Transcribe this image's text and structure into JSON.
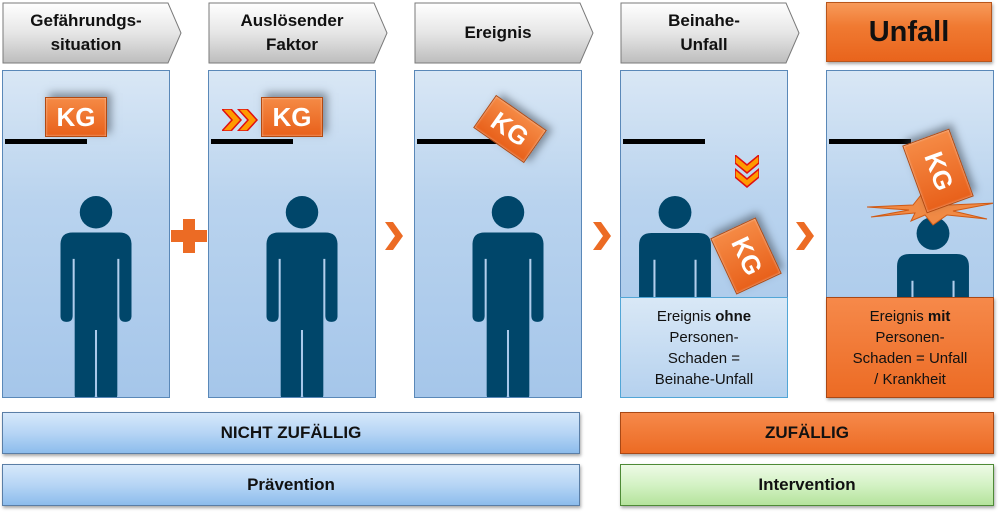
{
  "stages": [
    {
      "header": "Gefährundgs-\nsituation",
      "header_lines": [
        "Gefährundgs-",
        "situation"
      ]
    },
    {
      "header_lines": [
        "Auslösender",
        "Faktor"
      ]
    },
    {
      "header_lines": [
        "Ereignis"
      ]
    },
    {
      "header_lines": [
        "Beinahe-",
        "Unfall"
      ]
    },
    {
      "header_lines": [
        "Unfall"
      ]
    }
  ],
  "block_label": "KG",
  "captions": {
    "beinahe": {
      "line1_prefix": "Ereignis ",
      "line1_bold": "ohne",
      "line2": "Personen-",
      "line3": "Schaden =",
      "line4": "Beinahe-Unfall"
    },
    "unfall": {
      "line1_prefix": "Ereignis ",
      "line1_bold": "mit",
      "line2": "Personen-",
      "line3": "Schaden = Unfall",
      "line4": "/ Krankheit"
    }
  },
  "bars": {
    "nicht_zufaellig": "NICHT ZUFÄLLIG",
    "zufaellig": "ZUFÄLLIG",
    "praevention": "Prävention",
    "intervention": "Intervention"
  },
  "connectors": [
    "plus-icon",
    "chevron-right-icon",
    "chevron-right-icon",
    "chevron-right-icon"
  ],
  "colors": {
    "accent_orange": "#ec6b24",
    "person": "#00466a",
    "panel_blue": "#b9d3ee",
    "green": "#d3f2c4"
  }
}
